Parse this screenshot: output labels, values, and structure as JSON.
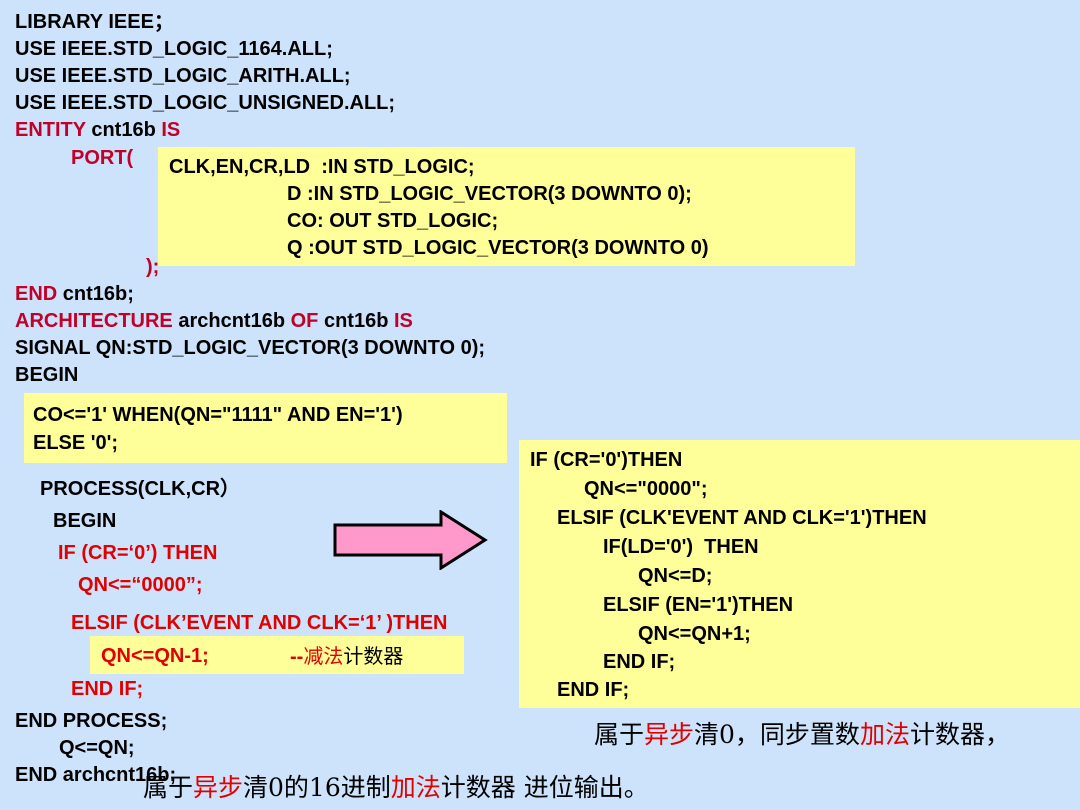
{
  "header": {
    "l1": "LIBRARY IEEE；",
    "l2": "USE IEEE.STD_LOGIC_1164.ALL;",
    "l3": "USE IEEE.STD_LOGIC_ARITH.ALL;",
    "l4": "USE IEEE.STD_LOGIC_UNSIGNED.ALL;",
    "entity_kw": "ENTITY",
    "entity_name": " cnt16b ",
    "is_kw": "IS",
    "port_kw": "PORT(",
    "port_close": ");",
    "end_kw": "END",
    "end_rest": " cnt16b;",
    "arch_kw": "ARCHITECTURE",
    "arch_name": " archcnt16b ",
    "of_kw": "OF",
    "arch_entity": " cnt16b ",
    "arch_is_kw": "IS",
    "signal": "SIGNAL QN:STD_LOGIC_VECTOR(3 DOWNTO 0);",
    "begin": "BEGIN"
  },
  "ports": {
    "p1": "CLK,EN,CR,LD  :IN STD_LOGIC;",
    "p2": "D :IN STD_LOGIC_VECTOR(3 DOWNTO 0);",
    "p3": "CO: OUT STD_LOGIC;",
    "p4": "Q :OUT STD_LOGIC_VECTOR(3 DOWNTO 0)"
  },
  "co_box": {
    "l1": "CO<='1' WHEN(QN=\"1111\" AND EN='1')",
    "l2": "ELSE '0';"
  },
  "process": {
    "header": "PROCESS(CLK,CR）",
    "begin": "BEGIN",
    "if_line": "IF (CR=‘0’) THEN",
    "qn_reset": "QN<=“0000”;",
    "elsif_line": "ELSIF (CLK’EVENT AND CLK=‘1’ )THEN",
    "qn_dec": "QN<=QN-1;",
    "comment_prefix": "--",
    "comment_red": "减法",
    "comment_black": "计数器",
    "end_if": "END IF;",
    "end_process": "END PROCESS;",
    "q_assign": "Q<=QN;",
    "end_arch": "END archcnt16b;"
  },
  "right_box": {
    "l1": "IF (CR='0')THEN",
    "l2": "QN<=\"0000\";",
    "l3": "ELSIF (CLK'EVENT AND CLK='1')THEN",
    "l4": "IF(LD='0')  THEN",
    "l5": "QN<=D;",
    "l6": "ELSIF (EN='1')THEN",
    "l7": "QN<=QN+1;",
    "l8": "END IF;",
    "l9": "END IF;"
  },
  "note1": {
    "a": "属于",
    "b": "异步",
    "c": "清0，同步置数",
    "d": "加法",
    "e": "计数器，"
  },
  "note2": {
    "a": "属于",
    "b": "异步",
    "c": "清0的16进制",
    "d": "加法",
    "e": "计数器 进位输出。"
  },
  "colors": {
    "background": "#cde3fb",
    "keyword": "#c0002a",
    "highlight": "#ffff99",
    "arrow_fill": "#ff99cc"
  }
}
